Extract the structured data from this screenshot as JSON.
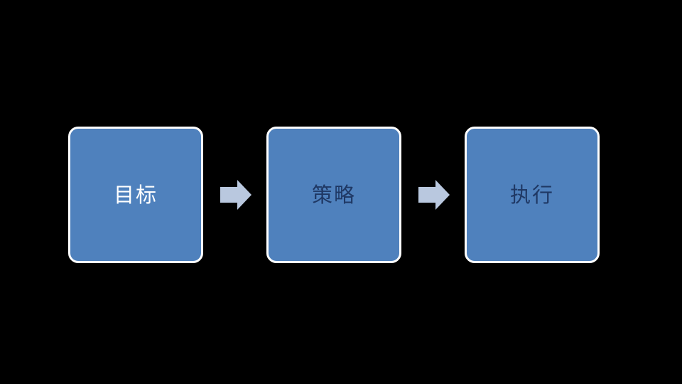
{
  "diagram": {
    "steps": [
      {
        "label": "目标"
      },
      {
        "label": "策略"
      },
      {
        "label": "执行"
      }
    ],
    "colors": {
      "background": "#000000",
      "box_fill": "#4f81bd",
      "box_border": "#ffffff",
      "arrow_fill": "#b9c8df",
      "label_light": "#ffffff",
      "label_dark": "#1f3864"
    }
  }
}
